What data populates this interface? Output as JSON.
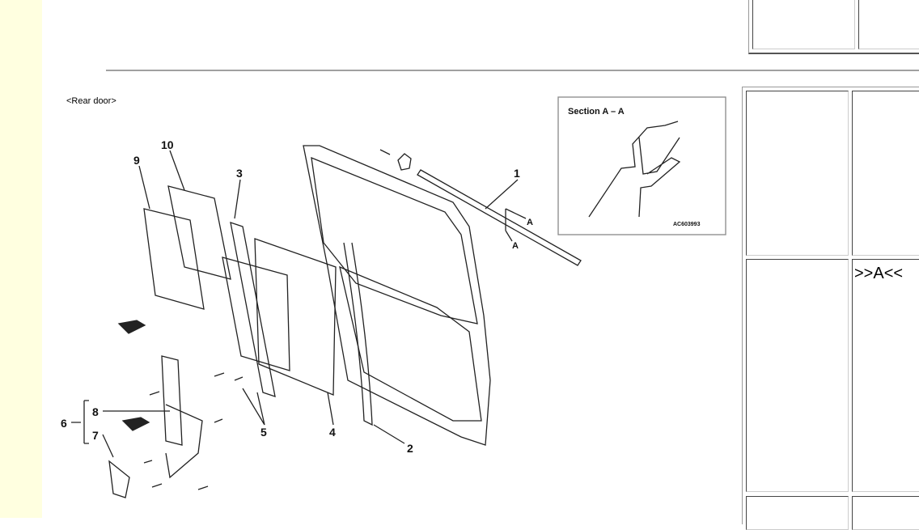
{
  "diagram": {
    "title": "<Rear door>",
    "section_label": "Section A – A",
    "figure_code": "AC603993",
    "callouts": [
      "1",
      "2",
      "3",
      "4",
      "5",
      "6",
      "7",
      "8",
      "9",
      "10"
    ],
    "section_marker": "A"
  },
  "table": {
    "marker": ">>A<<"
  }
}
